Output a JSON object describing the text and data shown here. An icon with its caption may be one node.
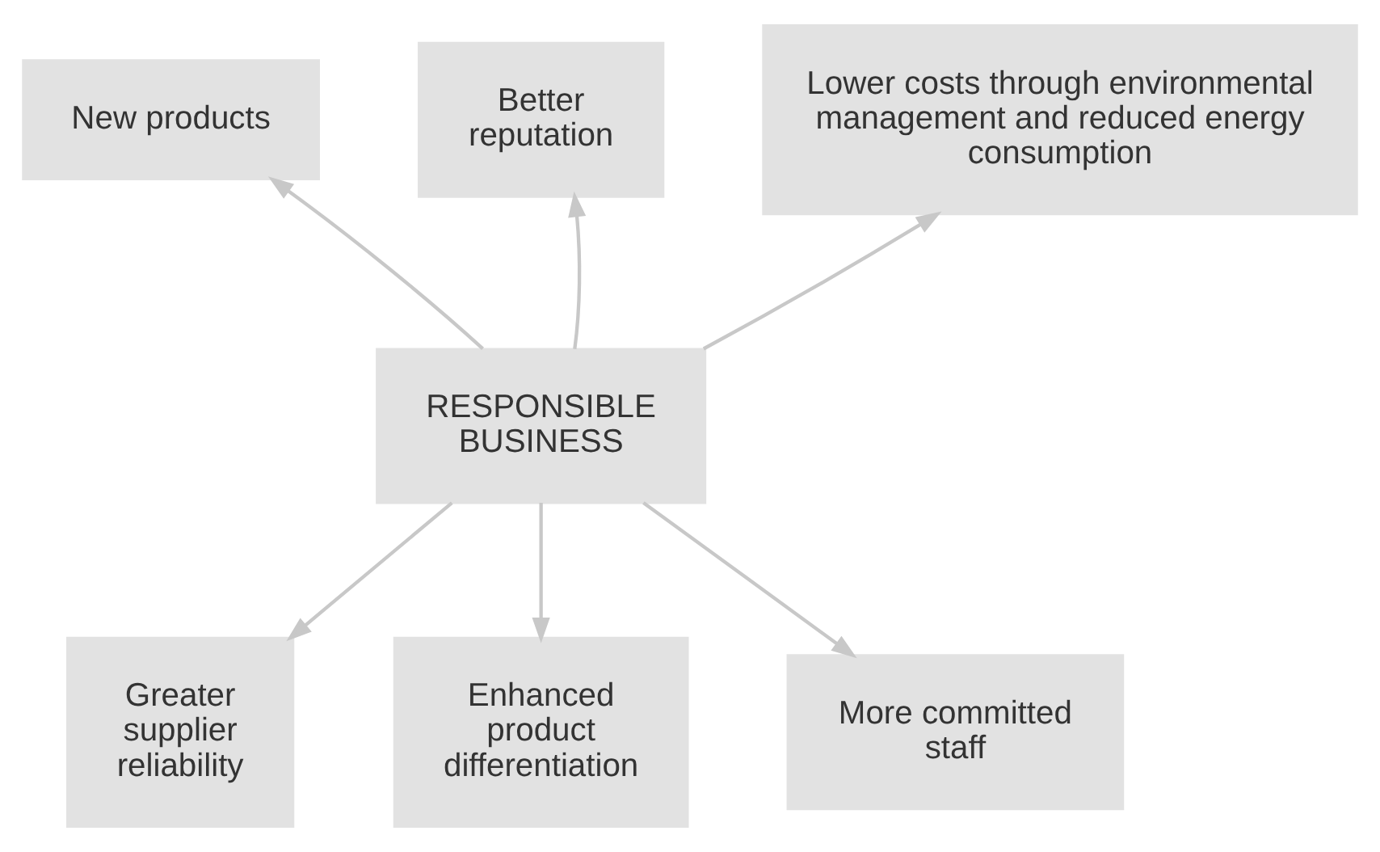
{
  "diagram": {
    "nodes": [
      {
        "text": [
          "New products"
        ]
      },
      {
        "text": [
          "Better reputation"
        ]
      },
      {
        "text": [
          "Lower costs through environmental management and reduced energy consumption"
        ]
      },
      {
        "text": [
          "RESPONSIBLE BUSINESS"
        ]
      },
      {
        "text": [
          "Greater supplier reliability"
        ]
      },
      {
        "text": [
          "Enhanced product differentiation"
        ]
      },
      {
        "text": [
          "More committed staff"
        ]
      }
    ],
    "edges": [
      {
        "from": 3,
        "to": 0,
        "arrow": "to"
      },
      {
        "from": 3,
        "to": 1,
        "arrow": "to"
      },
      {
        "from": 3,
        "to": 2,
        "arrow": "to"
      },
      {
        "from": 3,
        "to": 4,
        "arrow": "to"
      },
      {
        "from": 3,
        "to": 5,
        "arrow": "to"
      },
      {
        "from": 3,
        "to": 6,
        "arrow": "to"
      }
    ]
  }
}
